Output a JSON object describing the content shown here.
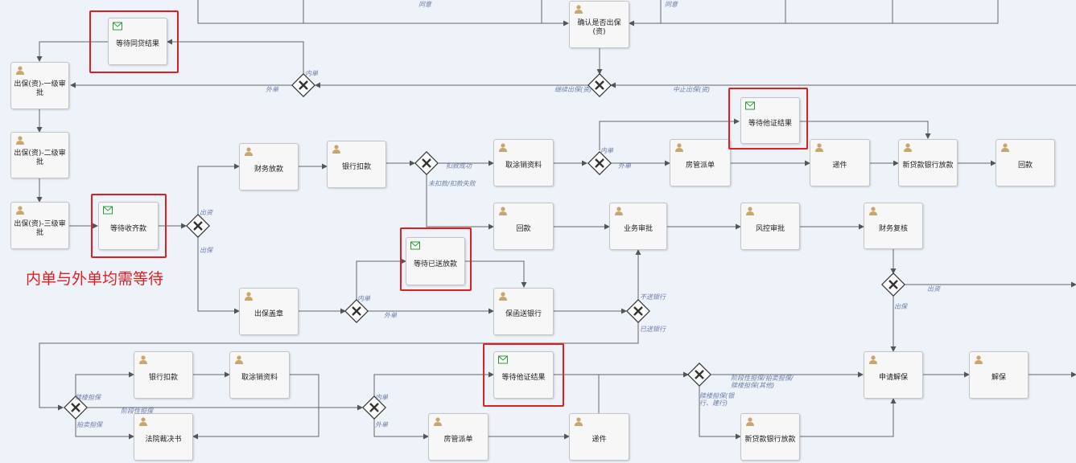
{
  "tasks": {
    "confirm": {
      "label": "确认是否出保(资)",
      "icon": "user-icon"
    },
    "wait_tongdai": {
      "label": "等待同贷结果",
      "icon": "envelope-icon"
    },
    "approve1": {
      "label": "出保(资)-一级审批",
      "icon": "user-icon"
    },
    "approve2": {
      "label": "出保(资)-二级审批",
      "icon": "user-icon"
    },
    "approve3": {
      "label": "出保(资)-三级审批",
      "icon": "user-icon"
    },
    "wait_shouqi": {
      "label": "等待收齐款",
      "icon": "envelope-icon"
    },
    "caiwu_fk": {
      "label": "财务放款",
      "icon": "user-icon"
    },
    "bank_deduct1": {
      "label": "银行扣款",
      "icon": "user-icon"
    },
    "cancel_material1": {
      "label": "取涂销资料",
      "icon": "user-icon"
    },
    "wait_tazheng1": {
      "label": "等待他证结果",
      "icon": "envelope-icon"
    },
    "fangguan1": {
      "label": "房管派单",
      "icon": "user-icon"
    },
    "dijian1": {
      "label": "递件",
      "icon": "user-icon"
    },
    "new_loan1": {
      "label": "新贷款银行放款",
      "icon": "user-icon"
    },
    "huikuan1": {
      "label": "回款",
      "icon": "user-icon"
    },
    "huikuan2": {
      "label": "回款",
      "icon": "user-icon"
    },
    "yewu": {
      "label": "业务审批",
      "icon": "user-icon"
    },
    "fengkong": {
      "label": "风控审批",
      "icon": "user-icon"
    },
    "caiwu_fh": {
      "label": "财务复核",
      "icon": "user-icon"
    },
    "wait_yisong": {
      "label": "等待已送放款",
      "icon": "envelope-icon"
    },
    "chubao_gz": {
      "label": "出保盖章",
      "icon": "user-icon"
    },
    "baohan": {
      "label": "保函送银行",
      "icon": "user-icon"
    },
    "bank_deduct2": {
      "label": "银行扣款",
      "icon": "user-icon"
    },
    "cancel_material2": {
      "label": "取涂销资料",
      "icon": "user-icon"
    },
    "fayuan": {
      "label": "法院裁决书",
      "icon": "user-icon"
    },
    "wait_tazheng2": {
      "label": "等待他证结果",
      "icon": "envelope-icon"
    },
    "fangguan2": {
      "label": "房管派单",
      "icon": "user-icon"
    },
    "dijian2": {
      "label": "递件",
      "icon": "user-icon"
    },
    "new_loan2": {
      "label": "新贷款银行放款",
      "icon": "user-icon"
    },
    "shenqing_jb": {
      "label": "申请解保",
      "icon": "user-icon"
    },
    "jiebao": {
      "label": "解保",
      "icon": "user-icon"
    }
  },
  "edge_labels": {
    "tongyi1": "同意",
    "tongyi2": "同意",
    "neidan1": "内单",
    "waidan1": "外单",
    "jixu": "继续出保(资)",
    "zhongzhi": "中止出保(资)",
    "chuzi1": "出资",
    "chubao1": "出保",
    "kouok": "扣款成功",
    "kounok": "未扣款/扣款失败",
    "neidan2": "内单",
    "waidan2": "外单",
    "neidan3": "内单",
    "waidan3": "外单",
    "busong": "不送银行",
    "yisong": "已送银行",
    "chuzi2": "出资",
    "chubao2": "出保",
    "shulou": "赎楼担保",
    "jieduan": "阶段性担保",
    "paimai": "拍卖担保",
    "neidan4": "内单",
    "waidan4": "外单",
    "jieduan_pm": "阶段性担保/拍卖担保/赎楼担保(其他)",
    "shulou_bank": "赎楼担保(银行、建行)"
  },
  "annotation": "内单与外单均需等待",
  "colors": {
    "highlight": "#e02020",
    "line": "#555555",
    "label": "#6b7ea8",
    "background": "#eef2f9"
  }
}
